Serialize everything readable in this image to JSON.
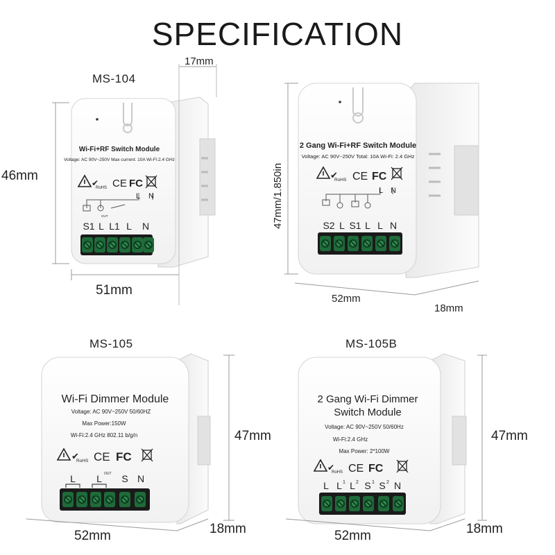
{
  "title": "SPECIFICATION",
  "modules": [
    {
      "model": "MS-104",
      "name": "Wi-Fi+RF Switch Module",
      "spec_line": "Voltage: AC 90V~250V   Max current: 10A   Wi-Fi:2.4 GHz",
      "terminals": [
        "S1",
        "L",
        "L1",
        "L",
        "N"
      ],
      "mid_labels": [
        "L",
        "N"
      ],
      "out_label": "OUT",
      "width": "51mm",
      "height": "46mm",
      "depth": "17mm"
    },
    {
      "model": "",
      "name": "2 Gang Wi-Fi+RF Switch Module",
      "spec_line": "Voltage: AC 90V~250V  Total: 10A  Wi-Fi: 2.4 GHz",
      "terminals": [
        "S2",
        "L",
        "S1",
        "L",
        "L",
        "N"
      ],
      "mid_labels": [
        "L",
        "N"
      ],
      "width": "52mm",
      "height": "47mm/1.850in",
      "depth": "18mm"
    },
    {
      "model": "MS-105",
      "name": "Wi-Fi Dimmer Module",
      "spec_lines": [
        "Voltage: AC 90V~250V   50/60HZ",
        "Max Power:150W",
        "Wi-Fi:2.4 GHz        802.11 b/g/n"
      ],
      "terminals": [
        "L",
        "L",
        "S",
        "N"
      ],
      "out_label": "OUT",
      "width": "52mm",
      "height": "47mm",
      "depth": "18mm"
    },
    {
      "model": "MS-105B",
      "name_lines": [
        "2 Gang Wi-Fi Dimmer",
        "Switch Module"
      ],
      "spec_lines": [
        "Voltage: AC 90V~250V  50/60Hz",
        "Wi-Fi:2.4 GHz",
        "Max Power: 2*100W"
      ],
      "terminals": [
        "L",
        "L",
        "L",
        "S",
        "S",
        "N"
      ],
      "terminal_sup": [
        "",
        "1",
        "2",
        "1",
        "2",
        ""
      ],
      "width": "52mm",
      "height": "47mm",
      "depth": "18mm"
    }
  ],
  "cert": {
    "rohs": "RoHS",
    "ce": "CE",
    "fc": "FC"
  }
}
